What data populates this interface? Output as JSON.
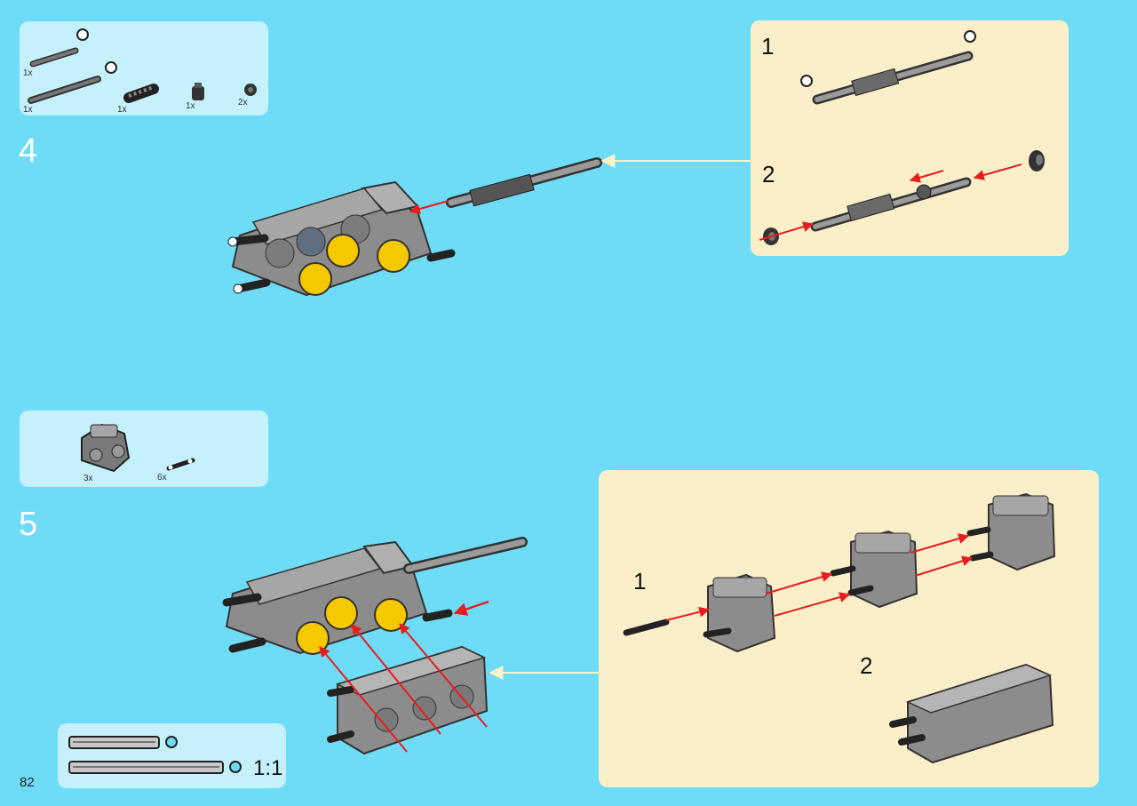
{
  "page": {
    "number": "82"
  },
  "step4": {
    "number": "4",
    "parts": [
      {
        "qty": "1x"
      },
      {
        "qty": "1x"
      },
      {
        "qty": "1x"
      },
      {
        "qty": "1x"
      },
      {
        "qty": "2x"
      }
    ],
    "sub": {
      "a": "1",
      "b": "2"
    }
  },
  "step5": {
    "number": "5",
    "parts": [
      {
        "qty": "3x"
      },
      {
        "qty": "6x"
      }
    ],
    "sub": {
      "a": "1",
      "b": "2"
    },
    "scale": "1:1"
  },
  "colors": {
    "background": "#6fdcf7",
    "parts_panel": "#c4f1fb",
    "sub_panel": "#fbefc9",
    "arrow": "#e81c1c",
    "yellow_part": "#f6c800",
    "gray_part": "#9a9a9a"
  }
}
